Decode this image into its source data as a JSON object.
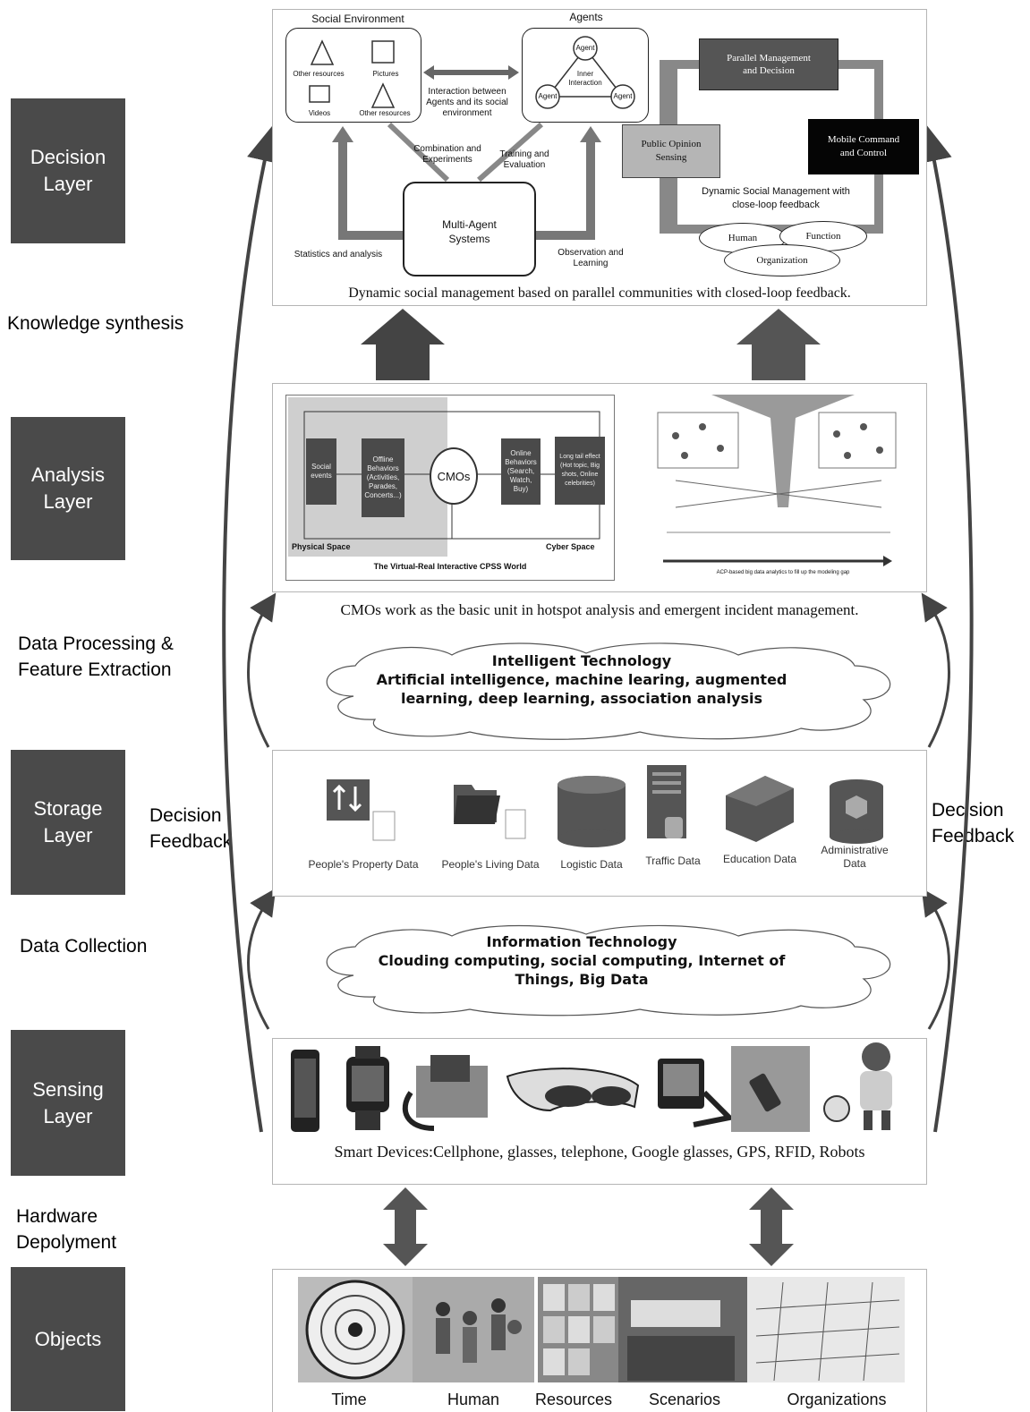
{
  "layers": {
    "decision": "Decision\nLayer",
    "analysis": "Analysis\nLayer",
    "storage": "Storage\nLayer",
    "sensing": "Sensing\nLayer",
    "objects": "Objects"
  },
  "side_labels": {
    "knowledge": "Knowledge synthesis",
    "processing": "Data Processing &\nFeature Extraction",
    "collection": "Data Collection",
    "hardware": "Hardware\nDepolyment",
    "feedback_left": "Decision\nFeedback",
    "feedback_right": "Decision\nFeedback"
  },
  "decision_panel": {
    "social_env_title": "Social Environment",
    "agents_title": "Agents",
    "env_items": [
      "Other resources",
      "Pictures",
      "Videos",
      "Other resources"
    ],
    "interaction": "Interaction between\nAgents and its social\nenvironment",
    "inner_interaction": "Inner\nInteraction",
    "agent_labels": [
      "Agent",
      "Agent",
      "Agent"
    ],
    "combination": "Combination and\nExperiments",
    "training": "Training and\nEvaluation",
    "mas": "Multi-Agent\nSystems",
    "statistics": "Statistics and analysis",
    "observation": "Observation and\nLearning",
    "parallel_mgmt": "Parallel Management\nand Decision",
    "public_opinion": "Public Opinion\nSensing",
    "mobile_command": "Mobile Command\nand Control",
    "dynamic_mgmt": "Dynamic Social Management with\nclose-loop feedback",
    "human": "Human",
    "function": "Function",
    "organization": "Organization",
    "caption": "Dynamic social management based on parallel communities with closed-loop feedback."
  },
  "analysis_panel": {
    "social_events": "Social\nevents",
    "offline": "Offline\nBehaviors\n(Activities,\nParades,\nConcerts...)",
    "cmos": "CMOs",
    "online": "Online\nBehaviors\n(Search,\nWatch,\nBuy)",
    "long_tail": "Long tail effect\n(Hot topic, Big\nshots, Online\ncelebrities)",
    "physical": "Physical Space",
    "cyber": "Cyber Space",
    "cpss": "The Virtual-Real Interactive CPSS World",
    "acp": "ACP-based big data analytics to fill up the modeling gap",
    "caption": "CMOs work as the basic unit in hotspot analysis and emergent incident management."
  },
  "intelligent_cloud": {
    "title": "Intelligent Technology",
    "body": "Artificial intelligence, machine learing, augmented\nlearning, deep learning,  association analysis"
  },
  "storage_items": [
    "People's Property Data",
    "People's Living Data",
    "Logistic Data",
    "Traffic Data",
    "Education Data",
    "Administrative\nData"
  ],
  "information_cloud": {
    "title": "Information Technology",
    "body": "Clouding computing, social computing, Internet of\nThings, Big Data"
  },
  "sensing_caption": "Smart Devices:Cellphone, glasses, telephone, Google glasses, GPS, RFID, Robots",
  "objects": [
    "Time",
    "Human",
    "Resources",
    "Scenarios",
    "Organizations"
  ],
  "colors": {
    "layer_box": "#4a4a4a",
    "arrow": "#444444",
    "panel_border": "#b5b5b5"
  }
}
